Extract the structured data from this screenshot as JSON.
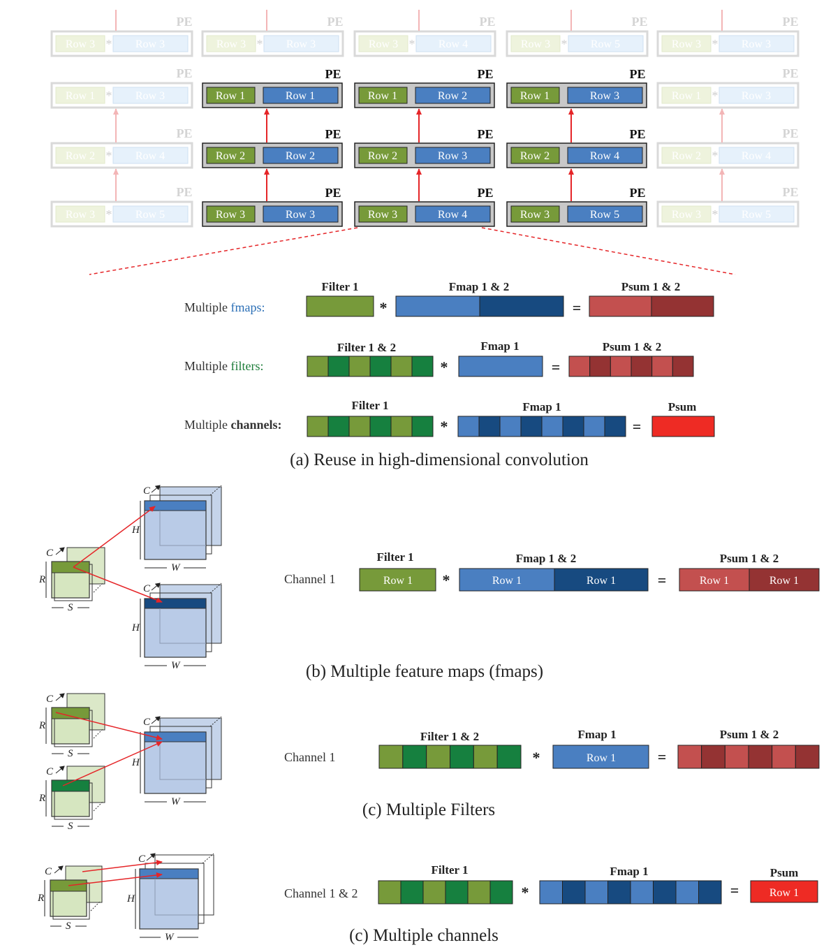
{
  "pe_array": {
    "pe_label": "PE",
    "top_row": [
      {
        "filter": "Row 3",
        "fmap": "Row 3"
      },
      {
        "filter": "Row 3",
        "fmap": "Row 3"
      },
      {
        "filter": "Row 3",
        "fmap": "Row 4"
      },
      {
        "filter": "Row 3",
        "fmap": "Row 5"
      },
      {
        "filter": "Row 3",
        "fmap": "Row 3"
      }
    ],
    "rows": [
      [
        {
          "filter": "Row 1",
          "fmap": "Row 3",
          "faded": true
        },
        {
          "filter": "Row 1",
          "fmap": "Row 1",
          "faded": false
        },
        {
          "filter": "Row 1",
          "fmap": "Row 2",
          "faded": false
        },
        {
          "filter": "Row 1",
          "fmap": "Row 3",
          "faded": false
        },
        {
          "filter": "Row 1",
          "fmap": "Row 3",
          "faded": true
        }
      ],
      [
        {
          "filter": "Row 2",
          "fmap": "Row 4",
          "faded": true
        },
        {
          "filter": "Row 2",
          "fmap": "Row 2",
          "faded": false
        },
        {
          "filter": "Row 2",
          "fmap": "Row 3",
          "faded": false
        },
        {
          "filter": "Row 2",
          "fmap": "Row 4",
          "faded": false
        },
        {
          "filter": "Row 2",
          "fmap": "Row 4",
          "faded": true
        }
      ],
      [
        {
          "filter": "Row 3",
          "fmap": "Row 5",
          "faded": true
        },
        {
          "filter": "Row 3",
          "fmap": "Row 3",
          "faded": false
        },
        {
          "filter": "Row 3",
          "fmap": "Row 4",
          "faded": false
        },
        {
          "filter": "Row 3",
          "fmap": "Row 5",
          "faded": false
        },
        {
          "filter": "Row 3",
          "fmap": "Row 5",
          "faded": true
        }
      ]
    ]
  },
  "section_a": {
    "caption": "(a) Reuse in high-dimensional convolution",
    "fmaps": {
      "label_prefix": "Multiple ",
      "label_key": "fmaps:",
      "filter_hdr": "Filter 1",
      "fmap_hdr": "Fmap 1 & 2",
      "psum_hdr": "Psum 1 & 2"
    },
    "filters": {
      "label_prefix": "Multiple ",
      "label_key": "filters:",
      "filter_hdr": "Filter 1 & 2",
      "fmap_hdr": "Fmap 1",
      "psum_hdr": "Psum 1 & 2"
    },
    "channels": {
      "label_prefix": "Multiple ",
      "label_key": "channels:",
      "filter_hdr": "Filter 1",
      "fmap_hdr": "Fmap 1",
      "psum_hdr": "Psum"
    }
  },
  "section_b": {
    "caption": "(b) Multiple feature maps (fmaps)",
    "channel_label": "Channel 1",
    "filter_hdr": "Filter 1",
    "fmap_hdr": "Fmap 1 & 2",
    "psum_hdr": "Psum 1 & 2",
    "filter_row": "Row 1",
    "fmap_rows": [
      "Row 1",
      "Row 1"
    ],
    "psum_rows": [
      "Row 1",
      "Row 1"
    ]
  },
  "section_c1": {
    "caption": "(c) Multiple Filters",
    "channel_label": "Channel 1",
    "filter_hdr": "Filter 1 & 2",
    "fmap_hdr": "Fmap 1",
    "psum_hdr": "Psum 1 & 2",
    "fmap_row": "Row 1"
  },
  "section_c2": {
    "caption": "(c) Multiple channels",
    "channel_label": "Channel 1 & 2",
    "filter_hdr": "Filter 1",
    "fmap_hdr": "Fmap 1",
    "psum_hdr": "Psum",
    "psum_row": "Row 1"
  },
  "operators": {
    "conv": "*",
    "eq": "="
  },
  "dim_labels": {
    "C": "C",
    "R": "R",
    "S": "S",
    "H": "H",
    "W": "W"
  },
  "colors": {
    "filter_light": "#779a3a",
    "filter_dark": "#16803f",
    "fmap_light": "#4a7fc1",
    "fmap_dark": "#174a80",
    "psum_light": "#c3504f",
    "psum_dark": "#943333",
    "psum_bright": "#ee2b24",
    "arrow": "#e52528",
    "pe_bg": "#c8c8c8",
    "fmaps_word": "#2b6fb6",
    "filters_word": "#1e7d3a"
  }
}
